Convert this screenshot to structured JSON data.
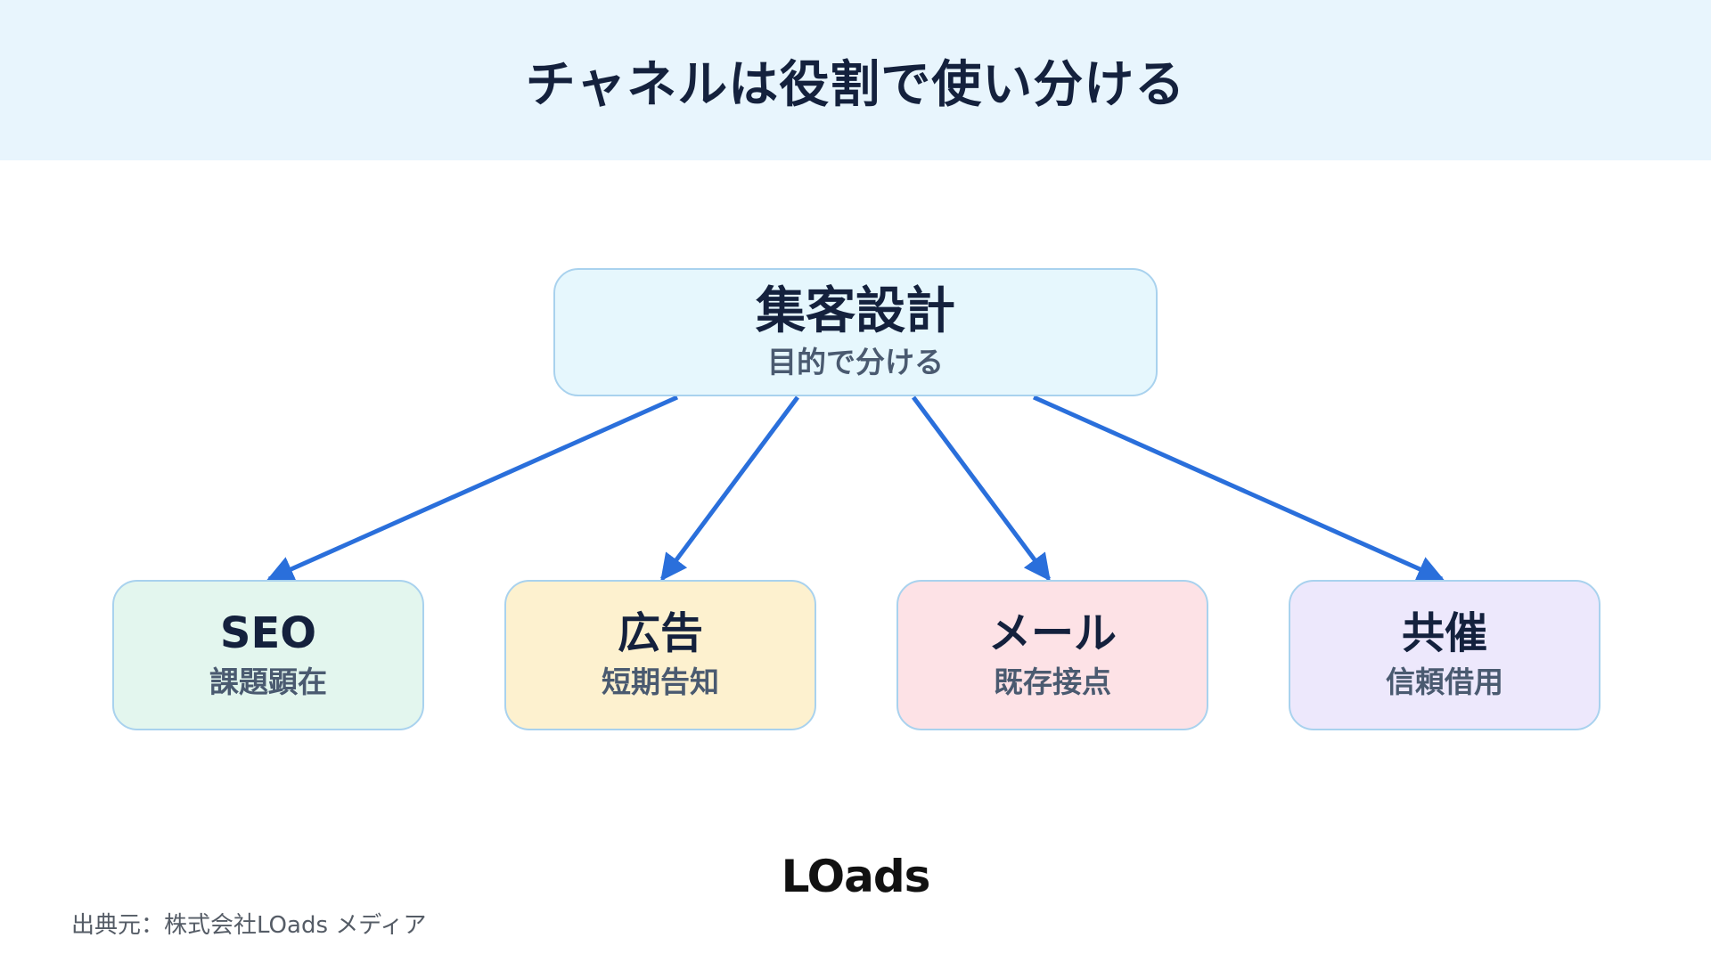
{
  "header": {
    "title": "チャネルは役割で使い分ける"
  },
  "diagram": {
    "root": {
      "title": "集客設計",
      "subtitle": "目的で分ける"
    },
    "children": [
      {
        "title": "SEO",
        "subtitle": "課題顕在",
        "color": "#e3f6ee"
      },
      {
        "title": "広告",
        "subtitle": "短期告知",
        "color": "#fdf1cf"
      },
      {
        "title": "メール",
        "subtitle": "既存接点",
        "color": "#fde2e6"
      },
      {
        "title": "共催",
        "subtitle": "信頼借用",
        "color": "#ede8fc"
      }
    ],
    "arrow_color": "#2a6fdb",
    "border_color": "#a9d2ee"
  },
  "footer": {
    "brand": "LOads",
    "source": "出典元：株式会社LOads メディア"
  }
}
